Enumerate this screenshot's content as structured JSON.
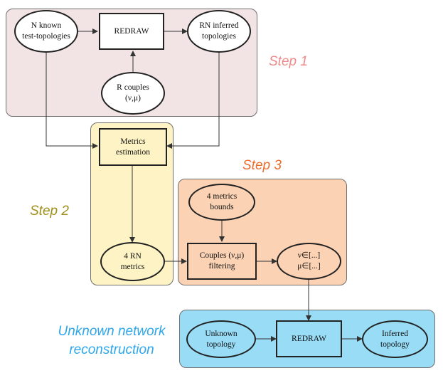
{
  "colors": {
    "step1_fill": "#f2e4e4",
    "step2_fill": "#fdf3c4",
    "step3_fill": "#fbd2b4",
    "unknown_fill": "#98dcf6",
    "step1_label": "#ee8a8a",
    "step2_label": "#a08f1a",
    "step3_label": "#ea6d2d",
    "unknown_label": "#2ea6ea"
  },
  "steps": {
    "step1": "Step 1",
    "step2": "Step 2",
    "step3": "Step 3",
    "unknown": "Unknown network\nreconstruction"
  },
  "nodes": {
    "known_topologies": "N known\ntest-topologies",
    "redraw1": "REDRAW",
    "inferred_rn": "RN inferred\ntopologies",
    "couples": "R couples\n(ν,μ)",
    "metrics_estimation": "Metrics\nestimation",
    "rn_metrics": "4 RN\nmetrics",
    "metrics_bounds": "4 metrics\nbounds",
    "couples_filtering": "Couples (ν,μ)\nfiltering",
    "ranges": "ν∈[...]\nμ∈[...]",
    "unknown_topology": "Unknown\ntopology",
    "redraw2": "REDRAW",
    "inferred_topology": "Inferred\ntopology"
  }
}
